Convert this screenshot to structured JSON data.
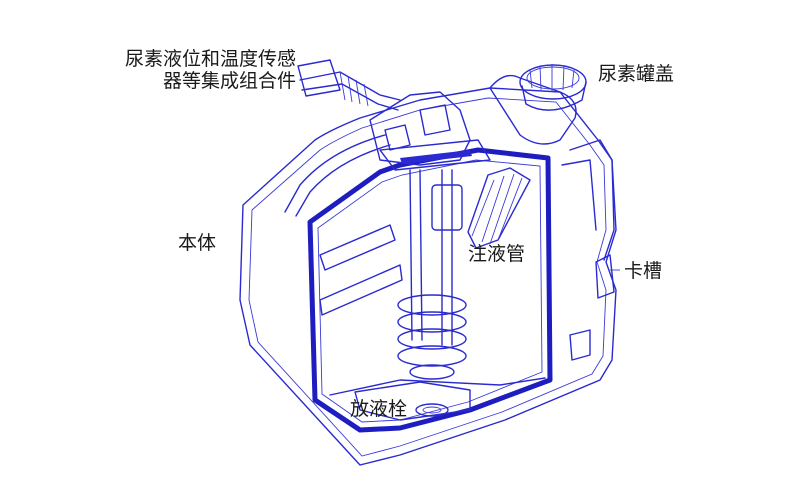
{
  "colors": {
    "ink": "#2a2ad0",
    "wall": "#1e1ec0",
    "text": "#1a1a1a",
    "background": "#ffffff"
  },
  "labels": {
    "sensor_line1": "尿素液位和温度传感",
    "sensor_line2": "器等集成组合件",
    "filler_cap": "尿素罐盖",
    "body": "本体",
    "fill_tube": "注液管",
    "clip_slot": "卡槽",
    "drain_plug": "放液栓"
  }
}
